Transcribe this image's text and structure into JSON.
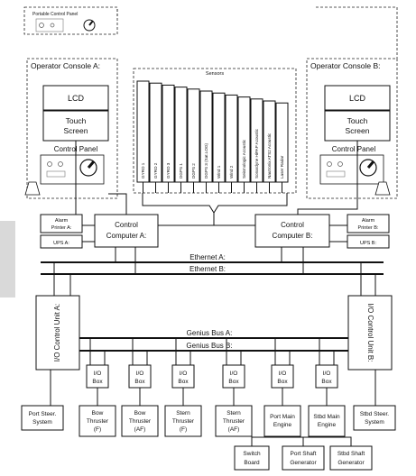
{
  "portable_panel": {
    "label": "Portable Control Panel"
  },
  "console_a": {
    "title": "Operator Console A:",
    "lcd": "LCD",
    "touch1": "Touch",
    "touch2": "Screen",
    "control_panel": "Control Panel"
  },
  "console_b": {
    "title": "Operator Console B:",
    "lcd": "LCD",
    "touch1": "Touch",
    "touch2": "Screen",
    "control_panel": "Control Panel"
  },
  "sensors": {
    "title": "Sensors",
    "items": [
      "GYRO 1",
      "GYRO 2",
      "GYRO 3",
      "DGPS 1",
      "DGPS 2",
      "DGPS 3 (Sat.LOG)",
      "Wind 1",
      "Wind 2",
      "Seismologic Acoustic",
      "Sonardyne HiPAP Acoustic",
      "Nautronix ATS2 Acoustic",
      "Laser Radar"
    ]
  },
  "left_aux": {
    "alarm1": "Alarm",
    "alarm2": "Printer A:",
    "ups": "UPS A:"
  },
  "right_aux": {
    "alarm1": "Alarm",
    "alarm2": "Printer B:",
    "ups": "UPS B:"
  },
  "computer_a": {
    "line1": "Control",
    "line2": "Computer A:"
  },
  "computer_b": {
    "line1": "Control",
    "line2": "Computer B:"
  },
  "networks": {
    "ethernet_a": "Ethernet A:",
    "ethernet_b": "Ethernet B:",
    "genius_a": "Genius Bus A:",
    "genius_b": "Genius Bus B:"
  },
  "io_unit_a": "I/O Control Unit A:",
  "io_unit_b": "I/O Control Unit B:",
  "io_box": {
    "line1": "I/O",
    "line2": "Box"
  },
  "equipment": [
    {
      "l1": "Bow",
      "l2": "Thruster",
      "l3": "(F)"
    },
    {
      "l1": "Bow",
      "l2": "Thruster",
      "l3": "(AF)"
    },
    {
      "l1": "Stern",
      "l2": "Thruster",
      "l3": "(F)"
    },
    {
      "l1": "Stern",
      "l2": "Thruster",
      "l3": "(AF)"
    },
    {
      "l1": "Port Main",
      "l2": "Engine",
      "l3": ""
    },
    {
      "l1": "Stbd Main",
      "l2": "Engine",
      "l3": ""
    }
  ],
  "port_steer": {
    "l1": "Port Steer.",
    "l2": "System"
  },
  "stbd_steer": {
    "l1": "Stbd Steer.",
    "l2": "System"
  },
  "bottom": {
    "switch1": "Switch",
    "switch2": "Board",
    "port_gen1": "Port Shaft",
    "port_gen2": "Generator",
    "stbd_gen1": "Stbd Shaft",
    "stbd_gen2": "Generator"
  }
}
